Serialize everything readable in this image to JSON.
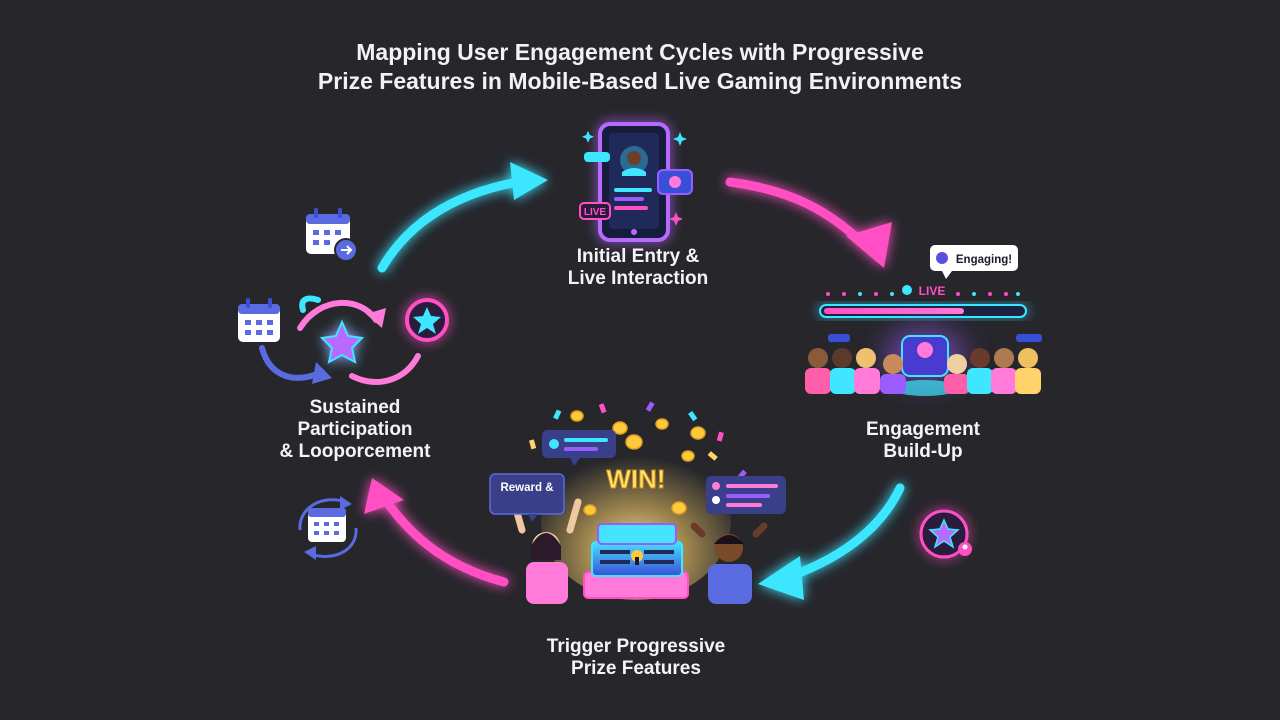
{
  "title": {
    "line1": "Mapping User Engagement Cycles with Progressive",
    "line2": "Prize Features in Mobile-Based Live Gaming Environments"
  },
  "stages": {
    "entry": {
      "line1": "Initial Entry &",
      "line2": "Live Interaction"
    },
    "buildup": {
      "line1": "Engagement",
      "line2": "Build-Up"
    },
    "trigger": {
      "line1": "Trigger Progressive",
      "line2": "Prize Features"
    },
    "sustain": {
      "line1": "Sustained",
      "line2": "Participation",
      "line3": "& Looporcement"
    }
  },
  "badges": {
    "phone_live": "LIVE",
    "engaging": "Engaging!",
    "stream_live": "LIVE",
    "reward": "Reward &",
    "win": "WIN!"
  },
  "colors": {
    "background": "#26262b",
    "neon_cyan": "#3ee6ff",
    "neon_pink": "#ff4fc3",
    "neon_purple": "#9b5cff",
    "gold": "#ffc93c"
  },
  "icons": {
    "phone": "mobile-phone-icon",
    "calendar": "calendar-icon",
    "star": "star-icon",
    "chest": "treasure-chest-icon",
    "crowd": "audience-crowd-icon"
  }
}
